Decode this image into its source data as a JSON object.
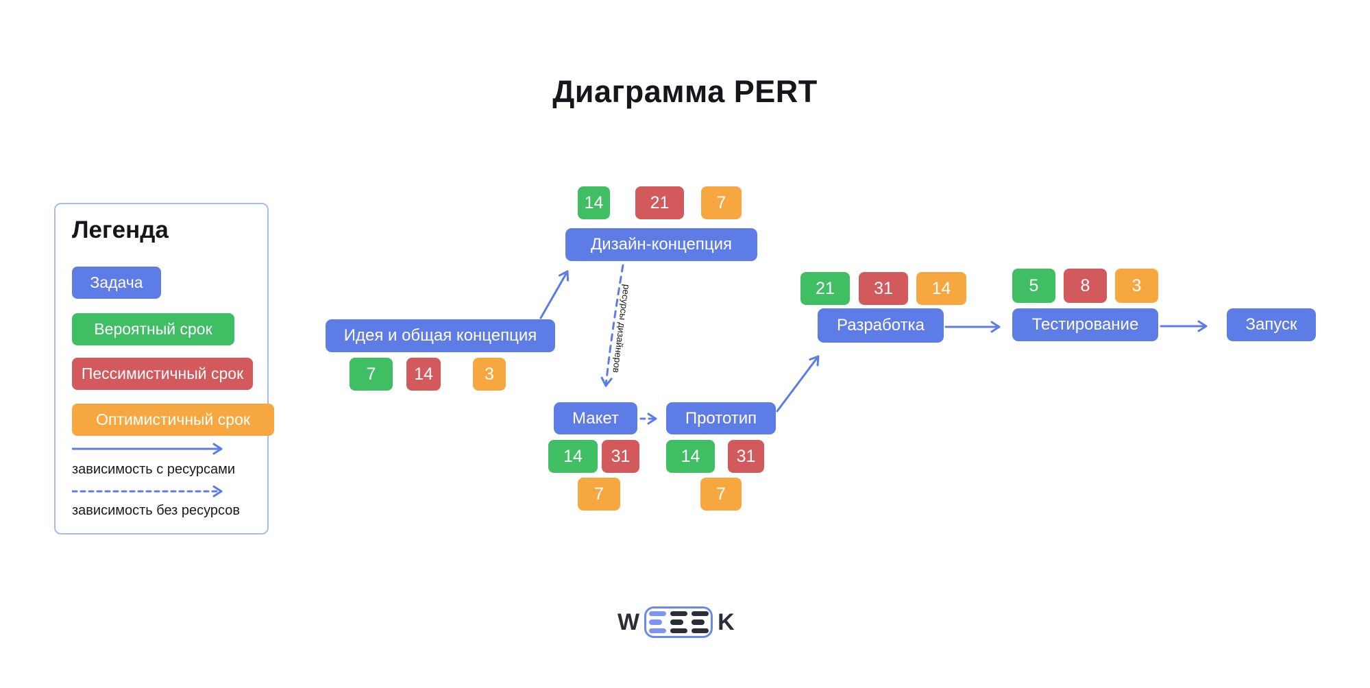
{
  "title": "Диаграмма PERT",
  "legend": {
    "heading": "Легенда",
    "items": [
      {
        "label": "Задача",
        "color": "#5E7CE6"
      },
      {
        "label": "Вероятный срок",
        "color": "#3FBE63"
      },
      {
        "label": "Пессимистичный срок",
        "color": "#D2595C"
      },
      {
        "label": "Оптимистичный срок",
        "color": "#F6A73F"
      }
    ],
    "dependencies": [
      {
        "style": "solid",
        "label": "зависимость с ресурсами"
      },
      {
        "style": "dashed",
        "label": "зависимость без ресурсов"
      }
    ]
  },
  "nodes": [
    {
      "label": "Идея и общая концепция",
      "probable": 7,
      "pessimistic": 14,
      "optimistic": 3
    },
    {
      "label": "Дизайн-концепция",
      "probable": 14,
      "pessimistic": 21,
      "optimistic": 7
    },
    {
      "label": "Макет",
      "probable": 14,
      "pessimistic": 31,
      "optimistic": 7
    },
    {
      "label": "Прототип",
      "probable": 14,
      "pessimistic": 31,
      "optimistic": 7
    },
    {
      "label": "Разработка",
      "probable": 21,
      "pessimistic": 31,
      "optimistic": 14
    },
    {
      "label": "Тестирование",
      "probable": 5,
      "pessimistic": 8,
      "optimistic": 3
    },
    {
      "label": "Запуск"
    }
  ],
  "edges": [
    {
      "from": "Идея и общая концепция",
      "to": "Дизайн-концепция",
      "style": "solid"
    },
    {
      "from": "Дизайн-концепция",
      "to": "Макет",
      "style": "dashed",
      "label": "ресурсы дизайнеров"
    },
    {
      "from": "Макет",
      "to": "Прототип",
      "style": "dashed"
    },
    {
      "from": "Прототип",
      "to": "Разработка",
      "style": "solid"
    },
    {
      "from": "Разработка",
      "to": "Тестирование",
      "style": "solid"
    },
    {
      "from": "Тестирование",
      "to": "Запуск",
      "style": "solid"
    }
  ],
  "colors": {
    "task_blue": "#5E7CE6",
    "probable_green": "#3FBE63",
    "pessimistic_red": "#D2595C",
    "optimistic_orange": "#F6A73F",
    "arrow_blue": "#5B7CE8",
    "legend_border": "#A7BAEF",
    "text_dark": "#17191E"
  },
  "logo": {
    "text": "WEEEK",
    "prefix": "W",
    "suffix": "K"
  }
}
